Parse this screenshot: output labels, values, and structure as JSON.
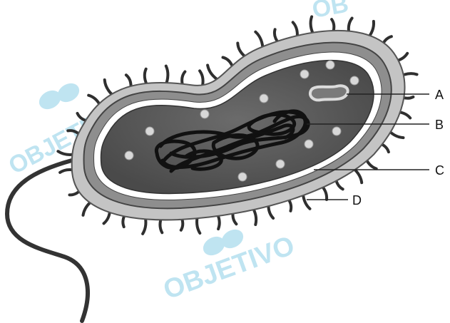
{
  "diagram": {
    "labels": {
      "a": "A",
      "b": "B",
      "c": "C",
      "d": "D"
    },
    "watermark": "OBJETIVO"
  }
}
